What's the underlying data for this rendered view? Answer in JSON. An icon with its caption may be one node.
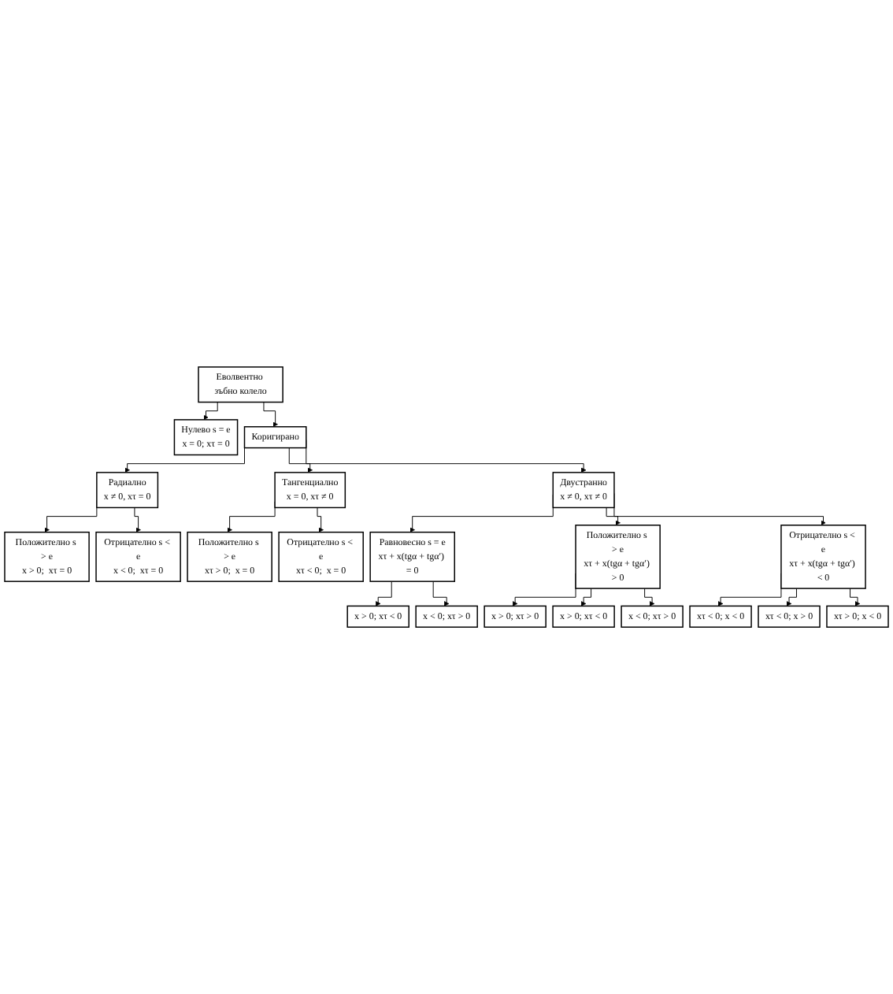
{
  "diagram": {
    "nodes": [
      {
        "text": [
          "Еволвентно зъбно колело"
        ]
      },
      {
        "text": [
          "Нулево s = e",
          "x = 0;  xτ = 0"
        ]
      },
      {
        "text": [
          "Коригирано"
        ]
      },
      {
        "text": [
          "Радиално",
          "x ≠ 0,  xτ = 0"
        ]
      },
      {
        "text": [
          "Тангенциално",
          "x = 0,  xτ ≠ 0"
        ]
      },
      {
        "text": [
          "Двустранно",
          "x ≠ 0,  xτ ≠ 0"
        ]
      },
      {
        "text": [
          "Положително s > e",
          "x > 0;  xτ = 0"
        ]
      },
      {
        "text": [
          "Отрицателно s < e",
          "x < 0;  xτ = 0"
        ]
      },
      {
        "text": [
          "Положително s > e",
          "xτ > 0;  x = 0"
        ]
      },
      {
        "text": [
          "Отрицателно s < e",
          "xτ < 0;  x = 0"
        ]
      },
      {
        "text": [
          "Равновесно s = e",
          "xτ + x(tgα + tgα′) = 0"
        ]
      },
      {
        "text": [
          "Положително s > e",
          "xτ + x(tgα + tgα′) > 0"
        ]
      },
      {
        "text": [
          "Отрицателно s < e",
          "xτ + x(tgα + tgα′) < 0"
        ]
      },
      {
        "text": [
          "x > 0;  xτ < 0"
        ]
      },
      {
        "text": [
          "x < 0;  xτ > 0"
        ]
      },
      {
        "text": [
          "x > 0;  xτ > 0"
        ]
      },
      {
        "text": [
          "x > 0;  xτ < 0"
        ]
      },
      {
        "text": [
          "x < 0;  xτ > 0"
        ]
      },
      {
        "text": [
          "xτ < 0;  x < 0"
        ]
      },
      {
        "text": [
          "xτ < 0;  x > 0"
        ]
      },
      {
        "text": [
          "xτ > 0;  x < 0"
        ]
      }
    ],
    "edges": [
      {
        "from": 0,
        "to": 1,
        "arrow": "to"
      },
      {
        "from": 0,
        "to": 2,
        "arrow": "to"
      },
      {
        "from": 2,
        "to": 3,
        "arrow": "to"
      },
      {
        "from": 2,
        "to": 4,
        "arrow": "to"
      },
      {
        "from": 2,
        "to": 5,
        "arrow": "to"
      },
      {
        "from": 3,
        "to": 6,
        "arrow": "to"
      },
      {
        "from": 3,
        "to": 7,
        "arrow": "to"
      },
      {
        "from": 4,
        "to": 8,
        "arrow": "to"
      },
      {
        "from": 4,
        "to": 9,
        "arrow": "to"
      },
      {
        "from": 5,
        "to": 10,
        "arrow": "to"
      },
      {
        "from": 5,
        "to": 11,
        "arrow": "to"
      },
      {
        "from": 5,
        "to": 12,
        "arrow": "to"
      },
      {
        "from": 10,
        "to": 13,
        "arrow": "to"
      },
      {
        "from": 10,
        "to": 14,
        "arrow": "to"
      },
      {
        "from": 11,
        "to": 15,
        "arrow": "to"
      },
      {
        "from": 11,
        "to": 16,
        "arrow": "to"
      },
      {
        "from": 11,
        "to": 17,
        "arrow": "to"
      },
      {
        "from": 12,
        "to": 18,
        "arrow": "to"
      },
      {
        "from": 12,
        "to": 19,
        "arrow": "to"
      },
      {
        "from": 12,
        "to": 20,
        "arrow": "to"
      }
    ]
  }
}
